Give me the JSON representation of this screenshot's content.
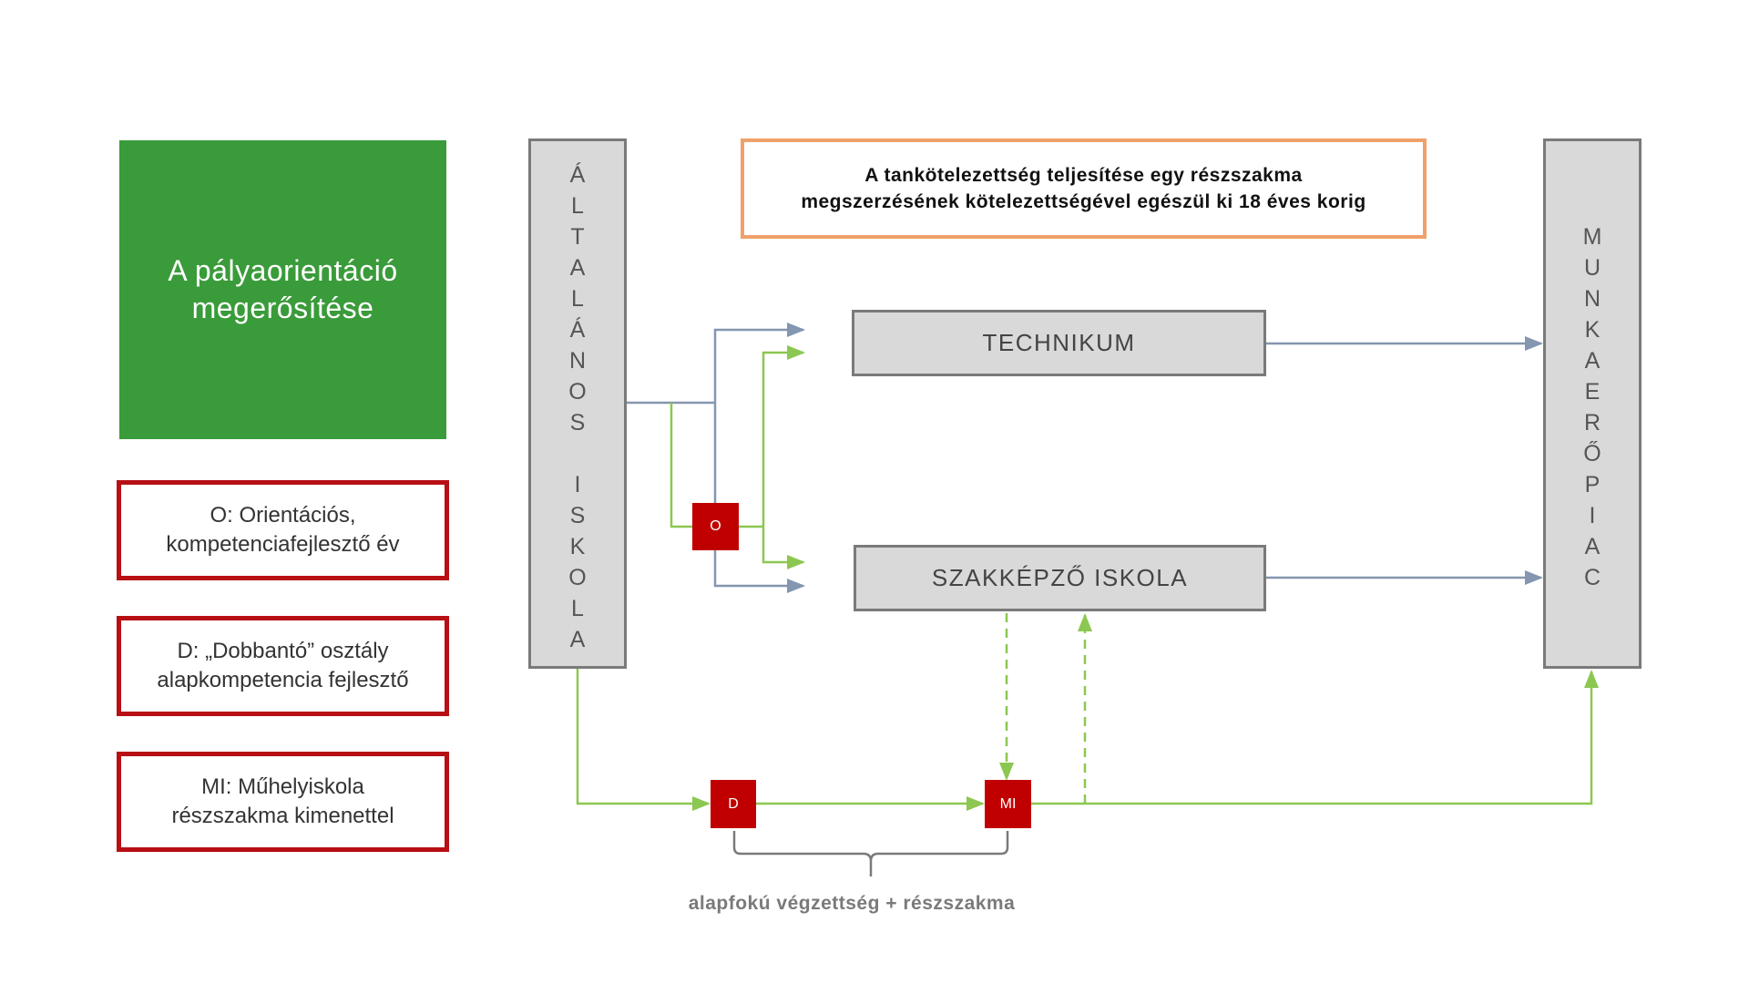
{
  "title": {
    "line1": "A pályaorientáció",
    "line2": "megerősítése"
  },
  "legend": [
    {
      "line1": "O: Orientációs,",
      "line2": "kompetenciafejlesztő  év"
    },
    {
      "line1": "D: „Dobbantó” osztály",
      "line2": "alapkompetencia  fejlesztő"
    },
    {
      "line1": "MI: Műhelyiskola",
      "line2": "részszakma kimenettel"
    }
  ],
  "left_bar": [
    "Á",
    "L",
    "T",
    "A",
    "L",
    "Á",
    "N",
    "O",
    "S",
    "",
    "I",
    "S",
    "K",
    "O",
    "L",
    "A"
  ],
  "right_bar": [
    "M",
    "U",
    "N",
    "K",
    "A",
    "E",
    "R",
    "Ő",
    "P",
    "I",
    "A",
    "C"
  ],
  "note": {
    "line1": "A tankötelezettség  teljesítése  egy  részszakma",
    "line2": "megszerzésének  kötelezettségével  egészül ki 18 éves korig"
  },
  "boxes": {
    "technikum": "TECHNIKUM",
    "szakkepzo": "SZAKKÉPZŐ ISKOLA"
  },
  "markers": {
    "o": "O",
    "d": "D",
    "mi": "MI"
  },
  "bracket_label": "alapfokú  végzettség  + részszakma",
  "colors": {
    "green": "#3a9b3a",
    "red": "#c00000",
    "blue_gray": "#8496b0",
    "light_green": "#8cc751",
    "orange": "#f0a06a"
  }
}
